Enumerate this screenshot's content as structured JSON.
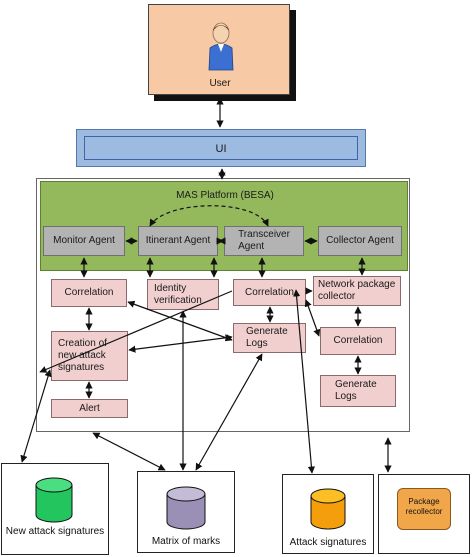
{
  "user": {
    "label": "User"
  },
  "ui": {
    "label": "UI"
  },
  "platform": {
    "title": "MAS Platform (BESA)",
    "agents": [
      "Monitor Agent",
      "Itinerant Agent",
      "Transceiver Agent",
      "Collector Agent"
    ]
  },
  "modules": {
    "correlation_left": "Correlation",
    "identity_verification": "Identity verification",
    "correlation_mid": "Correlation",
    "network_package_collector": "Network package collector",
    "creation_new_signatures": "Creation of new attack signatures",
    "alert": "Alert",
    "generate_logs_mid": "Generate Logs",
    "correlation_right": "Correlation",
    "generate_logs_right": "Generate Logs"
  },
  "stores": {
    "new_attack_signatures": "New attack signatures",
    "matrix_of_marks": "Matrix of marks",
    "attack_signatures": "Attack signatures",
    "package_recollector": "Package recollector"
  },
  "colors": {
    "user_box": "#f7c9a4",
    "ui_bar": "#9dbbe0",
    "platform_green": "#93b95c",
    "module_pink": "#f1cfcf",
    "agent_gray": "#b3b3b3",
    "db_green": "#22c55e",
    "db_purple": "#9a8fb5",
    "db_orange": "#f59e0b",
    "package_orange": "#f2a64a"
  }
}
